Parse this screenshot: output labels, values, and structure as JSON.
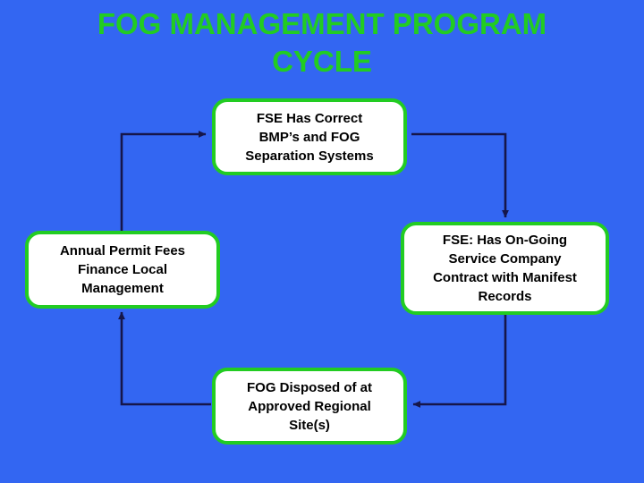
{
  "slide": {
    "background_color": "#3366f2",
    "title": "FOG MANAGEMENT PROGRAM\nCYCLE",
    "title_color": "#22cc22"
  },
  "theme": {
    "node_fill": "#ffffff",
    "node_border": "#22cc22",
    "node_text": "#000000",
    "connector_color": "#16164a"
  },
  "diagram": {
    "type": "cycle",
    "direction": "clockwise",
    "nodes": [
      {
        "id": "fse-bmp",
        "position": "top",
        "text": "FSE Has Correct\nBMP’s and FOG\nSeparation Systems"
      },
      {
        "id": "annual-permit-fees",
        "position": "left",
        "text": "Annual Permit Fees\nFinance Local\nManagement"
      },
      {
        "id": "fse-service-contract",
        "position": "right",
        "text": "FSE: Has On-Going\nService Company\nContract with Manifest\nRecords"
      },
      {
        "id": "fog-disposed",
        "position": "bottom",
        "text": "FOG Disposed of at\nApproved Regional\nSite(s)"
      }
    ],
    "edges": [
      {
        "id": "edge-left-to-top",
        "from": "annual-permit-fees",
        "to": "fse-bmp",
        "arrow": "right"
      },
      {
        "id": "edge-top-to-right",
        "from": "fse-bmp",
        "to": "fse-service-contract",
        "arrow": "down"
      },
      {
        "id": "edge-right-to-bottom",
        "from": "fse-service-contract",
        "to": "fog-disposed",
        "arrow": "left"
      },
      {
        "id": "edge-bottom-to-left",
        "from": "fog-disposed",
        "to": "annual-permit-fees",
        "arrow": "up"
      }
    ]
  }
}
